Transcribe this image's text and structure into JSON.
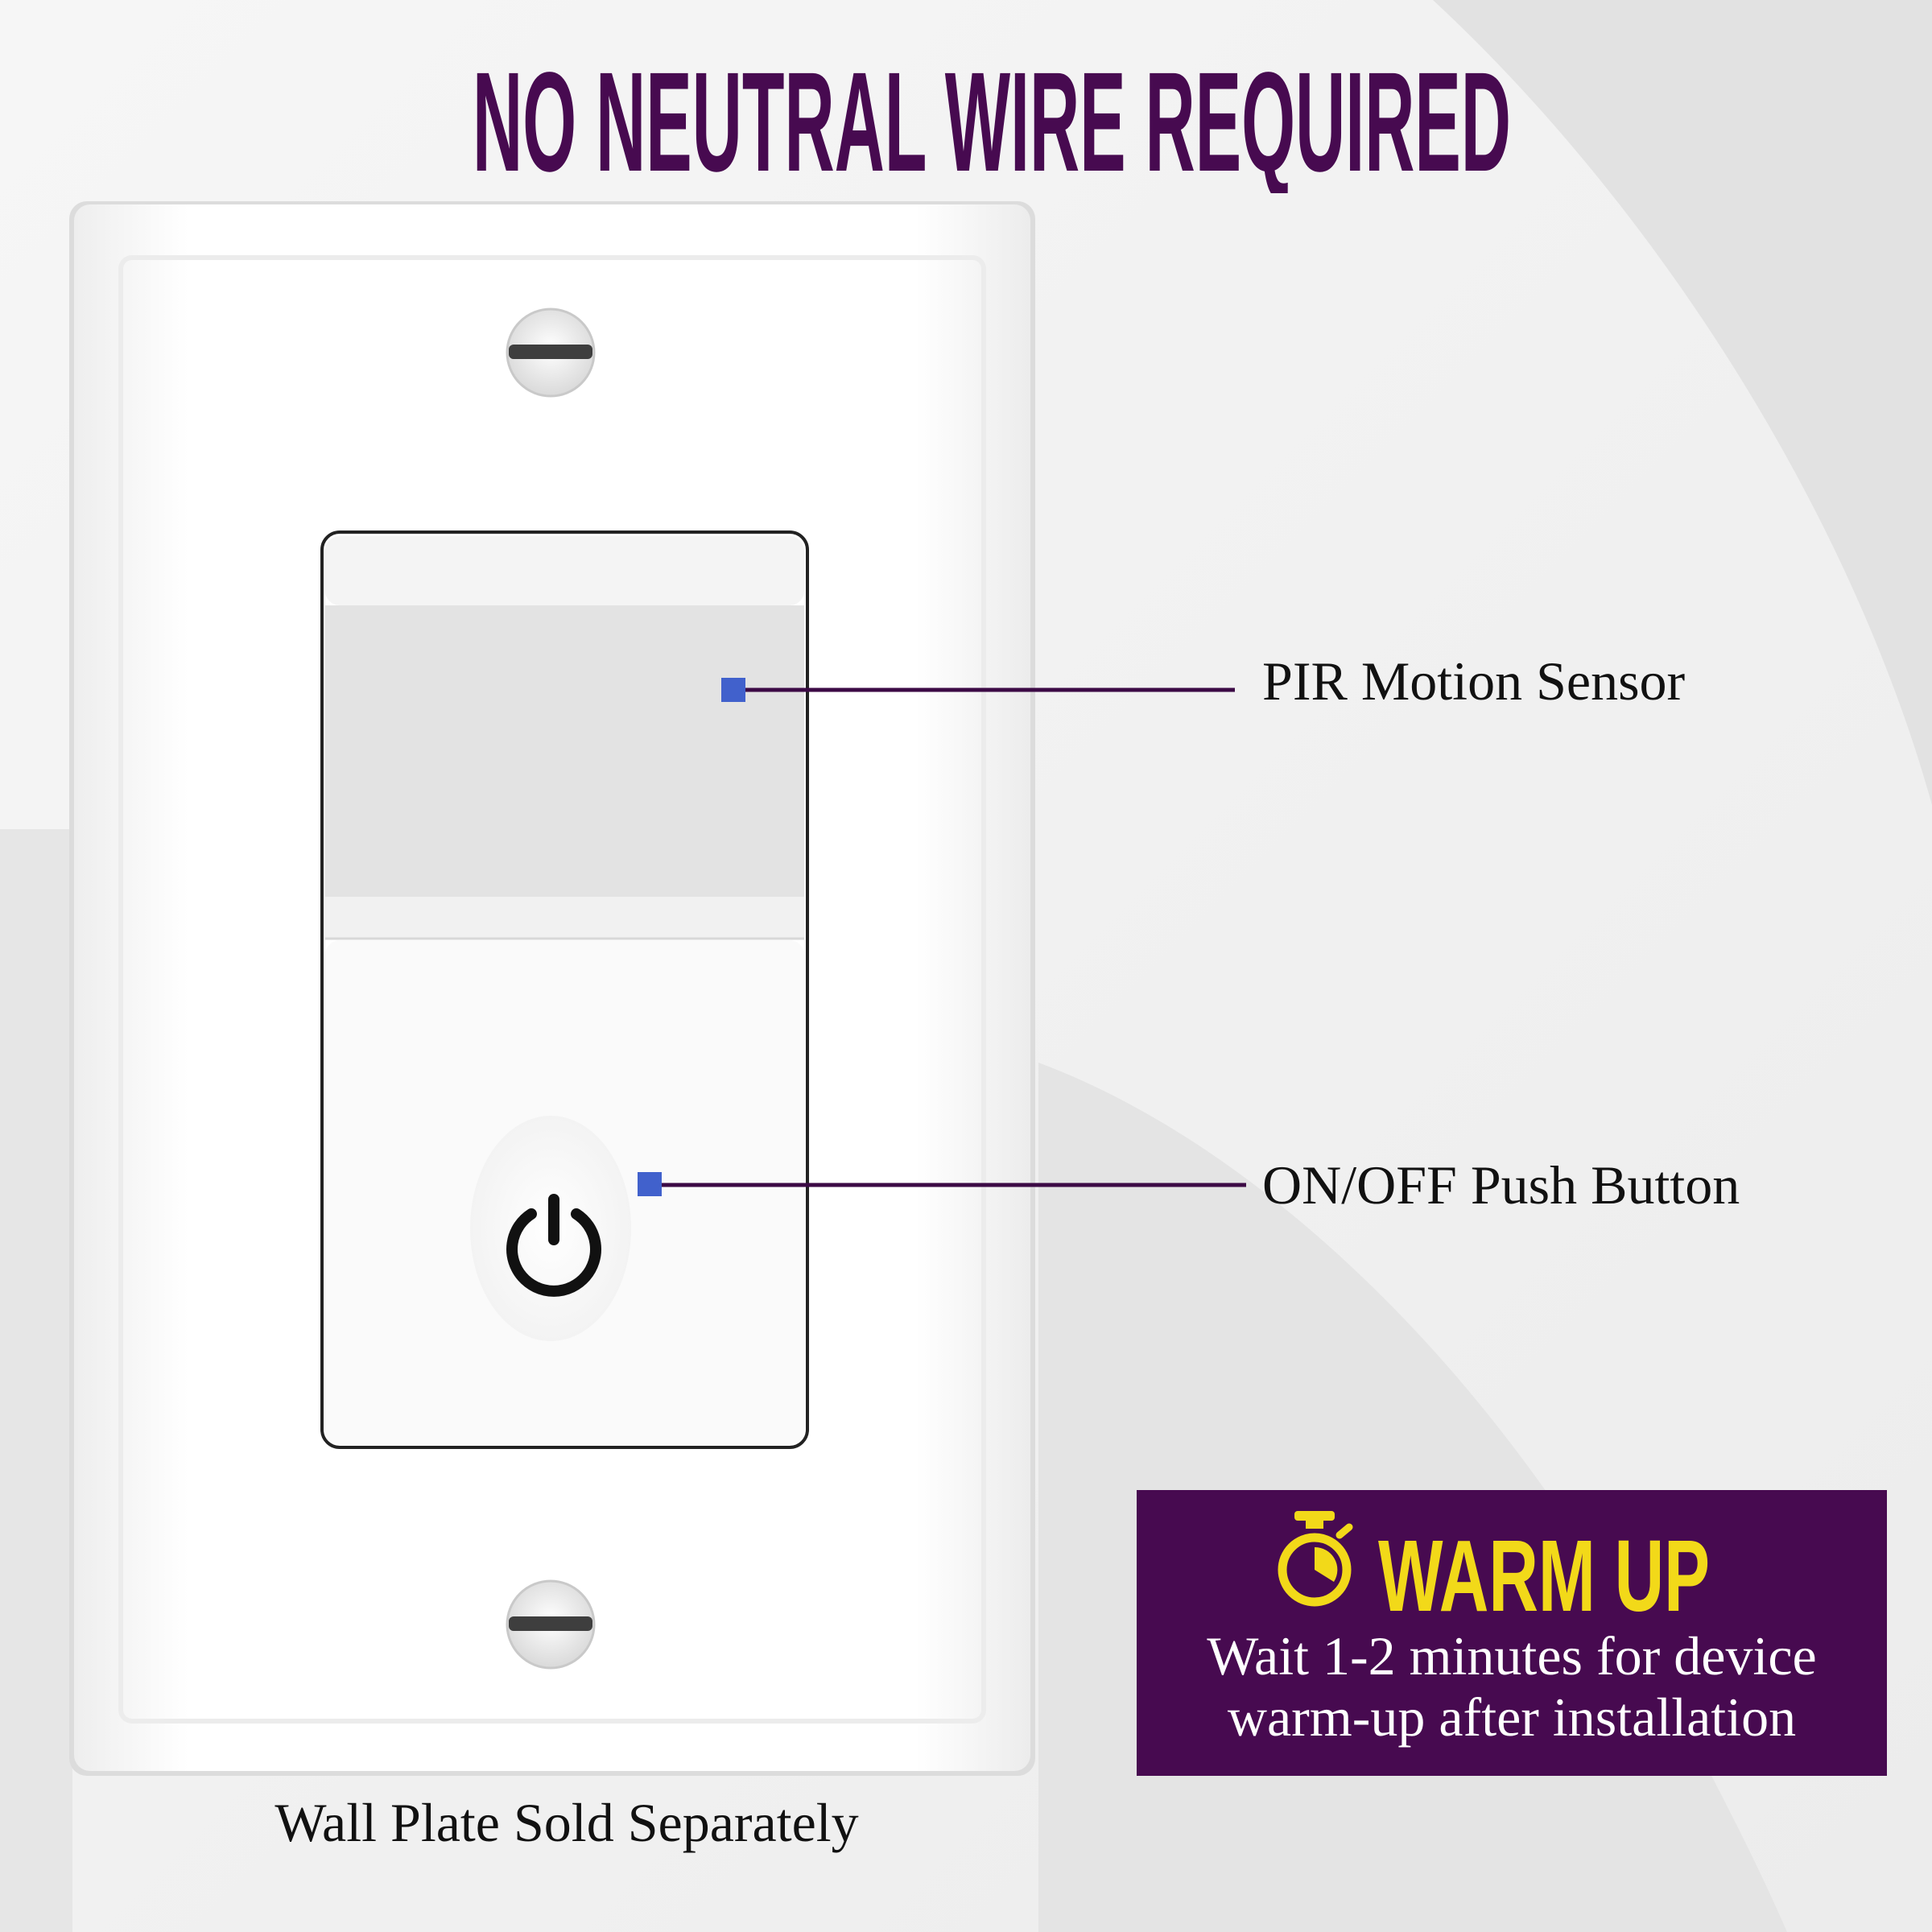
{
  "headline": "NO NEUTRAL WIRE REQUIRED",
  "callouts": {
    "pir_sensor": "PIR Motion Sensor",
    "push_button": "ON/OFF Push Button"
  },
  "caption": "Wall Plate Sold Separately",
  "warm_up": {
    "title": "WARM UP",
    "body_line1": "Wait 1-2 minutes for device",
    "body_line2": "warm-up after installation"
  },
  "colors": {
    "brand_purple": "#470a50",
    "accent_yellow": "#f2d919",
    "marker_blue": "#4161cc"
  },
  "icons": {
    "power": "power-icon",
    "stopwatch": "stopwatch-icon",
    "screw": "screw-icon"
  }
}
